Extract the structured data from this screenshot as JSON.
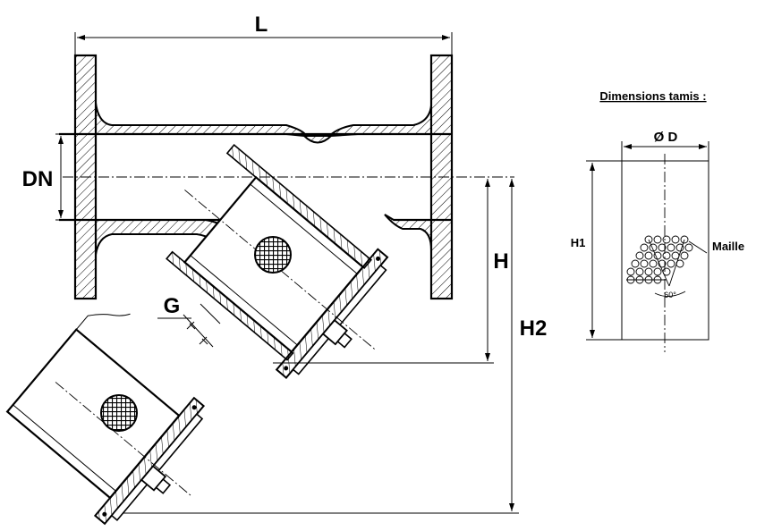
{
  "labels": {
    "length": "L",
    "nominal_diameter": "DN",
    "height": "H",
    "height_total": "H2",
    "drain": "G"
  },
  "screen_panel": {
    "title": "Dimensions tamis :",
    "diameter": "Ø D",
    "height": "H1",
    "mesh": "Maille",
    "angle": "60°"
  }
}
